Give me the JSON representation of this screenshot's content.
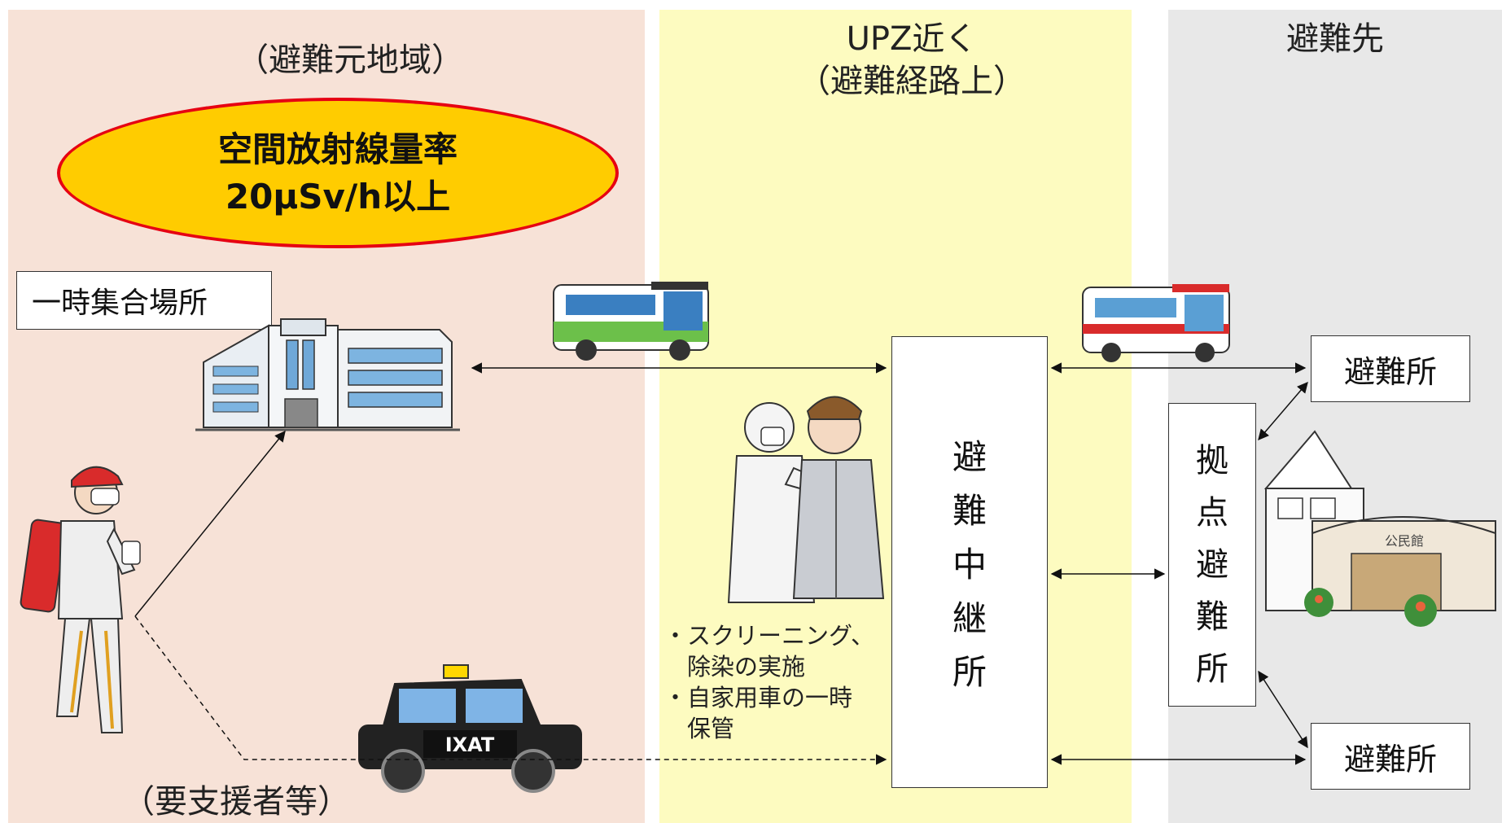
{
  "zones": {
    "origin": "（避難元地域）",
    "upz": "UPZ近く\n（避難経路上）",
    "destination": "避難先"
  },
  "dose_rate": "空間放射線量率\n20μSv/h以上",
  "assembly_point": "一時集合場所",
  "relay_station": [
    "避",
    "難",
    "中",
    "継",
    "所"
  ],
  "hub_shelter": [
    "拠",
    "点",
    "避",
    "難",
    "所"
  ],
  "shelters": [
    "避難所",
    "避難所"
  ],
  "support_persons": "（要支援者等）",
  "notes": "・スクリーニング、\n　除染の実施\n・自家用車の一時\n　保管",
  "taxi_sign": "IXAT",
  "community_hall_sign": "公民館",
  "colors": {
    "origin_zone": "#f7e2d7",
    "upz_zone": "#fdfbc0",
    "destination_zone": "#e8e8e8",
    "ellipse_fill": "#ffcc00",
    "ellipse_border": "#e60012"
  }
}
